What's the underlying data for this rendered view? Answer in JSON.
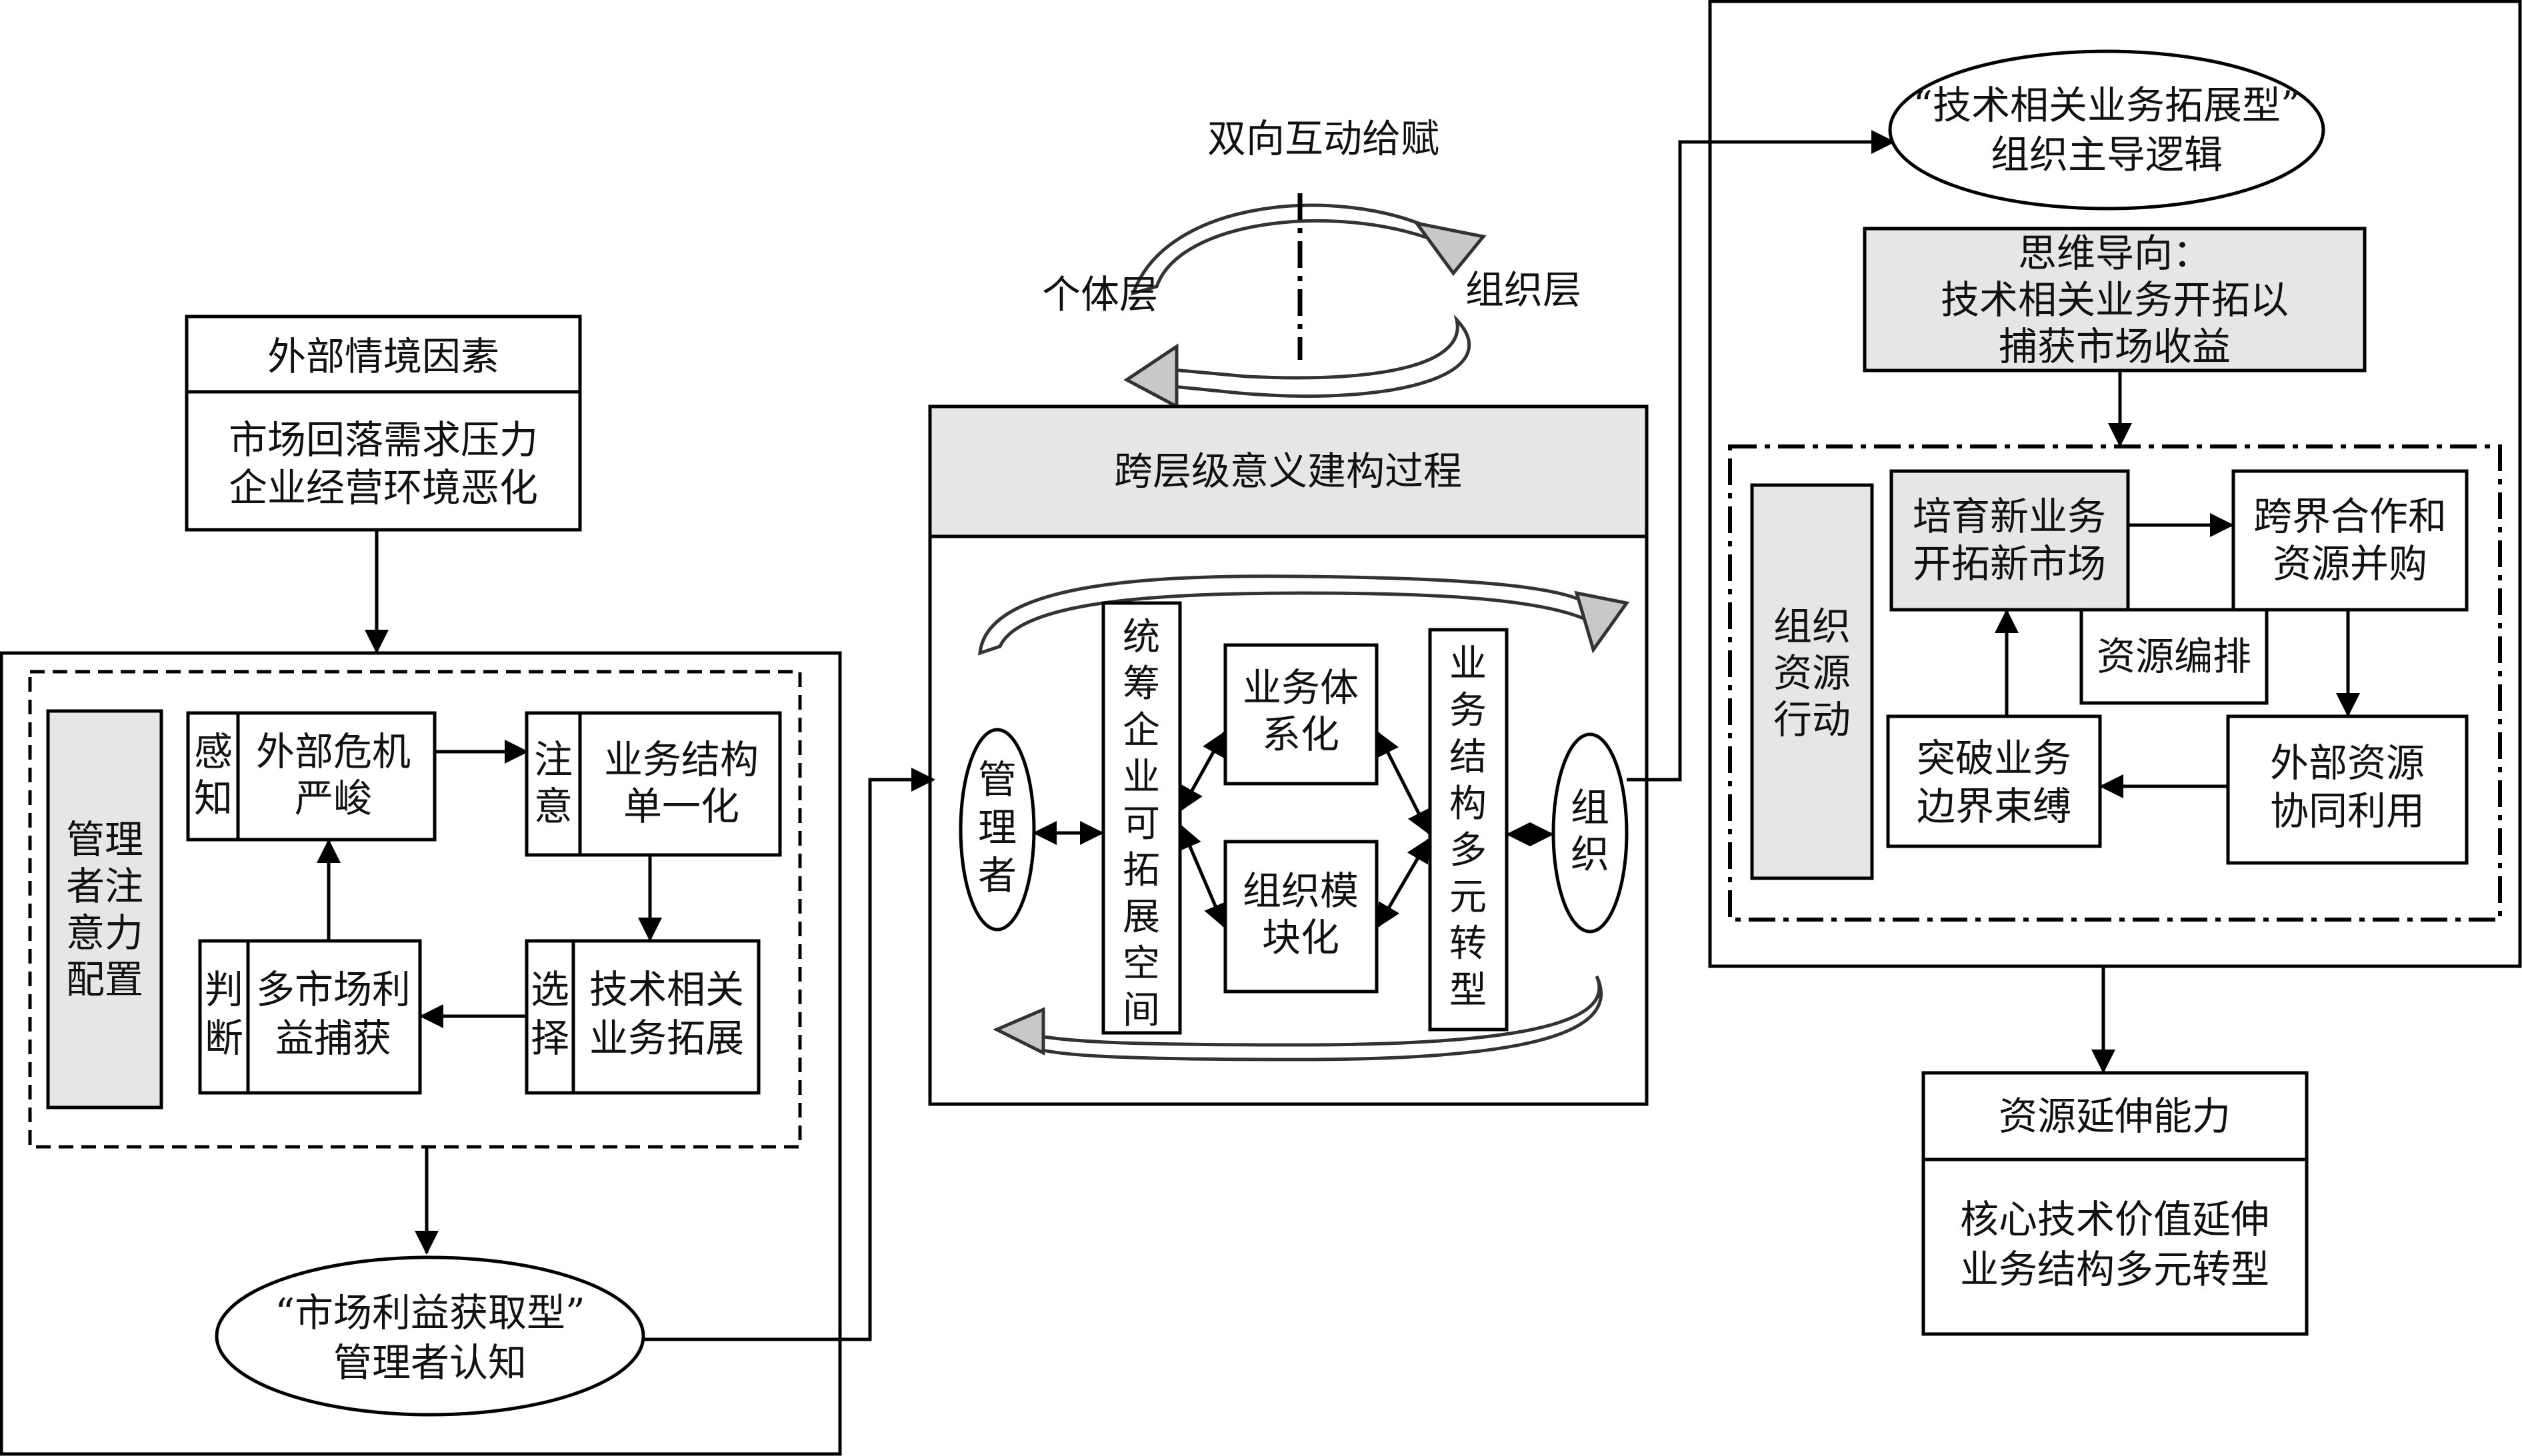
{
  "left": {
    "external_title": "外部情境因素",
    "external_lines": [
      "市场回落需求压力",
      "企业经营环境恶化"
    ],
    "attention_label": [
      "管理",
      "者注",
      "意力",
      "配置"
    ],
    "perceive_tag": [
      "感",
      "知"
    ],
    "perceive_text": [
      "外部危机",
      "严峻"
    ],
    "notice_tag": [
      "注",
      "意"
    ],
    "notice_text": [
      "业务结构",
      "单一化"
    ],
    "select_tag": [
      "选",
      "择"
    ],
    "select_text": [
      "技术相关",
      "业务拓展"
    ],
    "judge_tag": [
      "判",
      "断"
    ],
    "judge_text": [
      "多市场利",
      "益捕获"
    ],
    "cognition": [
      "“市场利益获取型”",
      "管理者认知"
    ]
  },
  "middle": {
    "interaction_title": "双向互动给赋",
    "individual_level": "个体层",
    "organization_level": "组织层",
    "process_title": "跨层级意义建构过程",
    "manager_label": [
      "管",
      "理",
      "者"
    ],
    "coordinate_label": [
      "统",
      "筹",
      "企",
      "业",
      "可",
      "拓",
      "展",
      "空",
      "间"
    ],
    "system_box": [
      "业务体",
      "系化"
    ],
    "module_box": [
      "组织模",
      "块化"
    ],
    "transform_label": [
      "业",
      "务",
      "结",
      "构",
      "多",
      "元",
      "转",
      "型"
    ],
    "org_label": [
      "组",
      "织"
    ]
  },
  "right": {
    "logic": [
      "“技术相关业务拓展型”",
      "组织主导逻辑"
    ],
    "orientation": [
      "思维导向：",
      "技术相关业务开拓以",
      "捕获市场收益"
    ],
    "resource_action": [
      "组织",
      "资源",
      "行动"
    ],
    "cultivate": [
      "培育新业务",
      "开拓新市场"
    ],
    "cooperate": [
      "跨界合作和",
      "资源并购"
    ],
    "orchestrate": "资源编排",
    "external_resource": [
      "外部资源",
      "协同利用"
    ],
    "breakthrough": [
      "突破业务",
      "边界束缚"
    ],
    "capability_title": "资源延伸能力",
    "capability_lines": [
      "核心技术价值延伸",
      "业务结构多元转型"
    ]
  }
}
